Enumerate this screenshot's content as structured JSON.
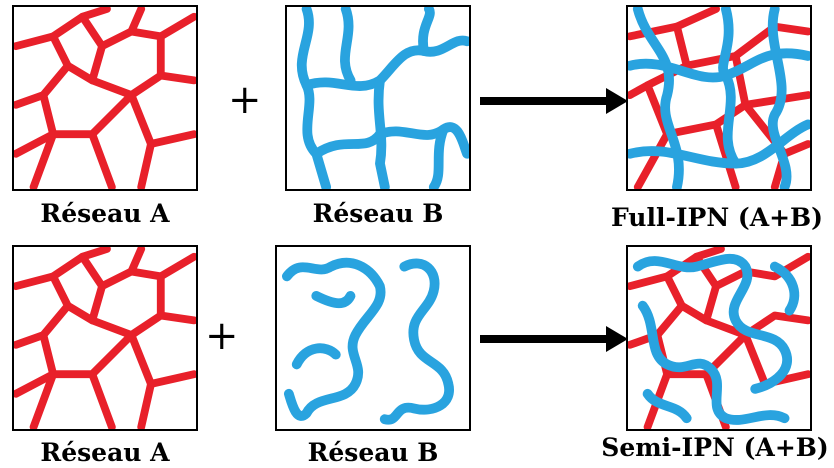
{
  "row1": {
    "left_label": "Réseau A",
    "middle_label": "Réseau B",
    "result_label": "Full-IPN (A+B)",
    "plus": "+"
  },
  "row2": {
    "left_label": "Réseau A",
    "middle_label": "Réseau B",
    "result_label": "Semi-IPN (A+B)",
    "plus": "+"
  },
  "colors": {
    "network_a": "#e8202a",
    "network_b": "#29a3df",
    "arrow": "#000000"
  }
}
